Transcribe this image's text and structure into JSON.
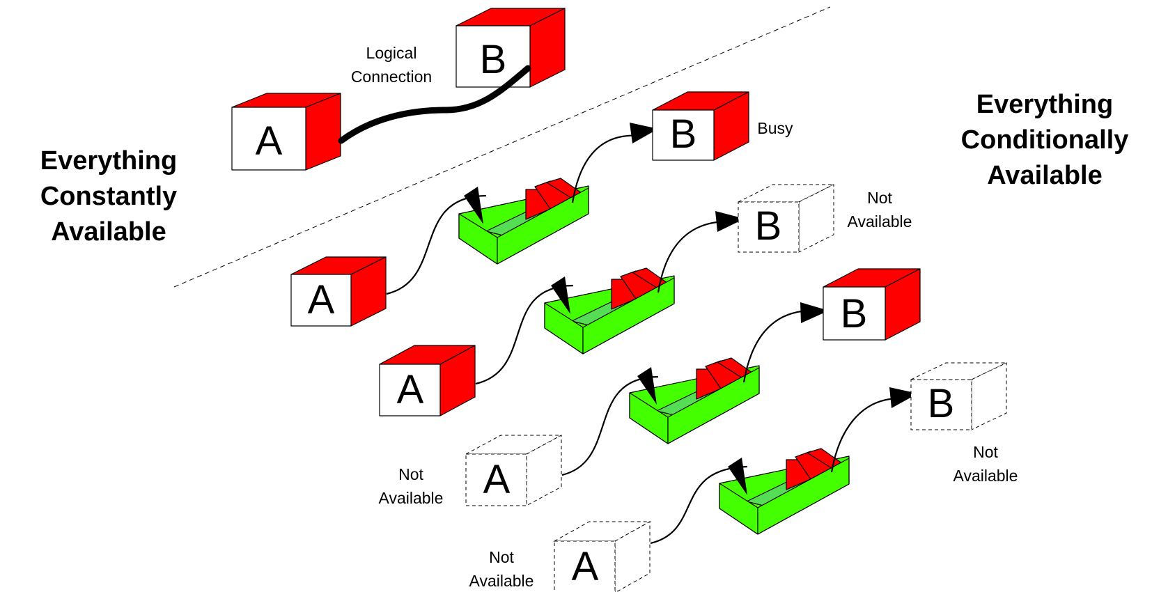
{
  "headings": {
    "left": [
      "Everything",
      "Constantly",
      "Available"
    ],
    "right": [
      "Everything",
      "Conditionally",
      "Available"
    ]
  },
  "top_partial_text": "",
  "labels": {
    "box_a": "A",
    "box_b": "B",
    "logical_connection": [
      "Logical",
      "Connection"
    ],
    "busy": "Busy",
    "not_available": [
      "Not",
      "Available"
    ]
  },
  "colors": {
    "box_side": "#ff0000",
    "box_face": "#ffffff",
    "queue_fill": "#44ff00",
    "queue_floor": "#55dd55",
    "queue_slot": "#ff0000",
    "line": "#000000"
  }
}
